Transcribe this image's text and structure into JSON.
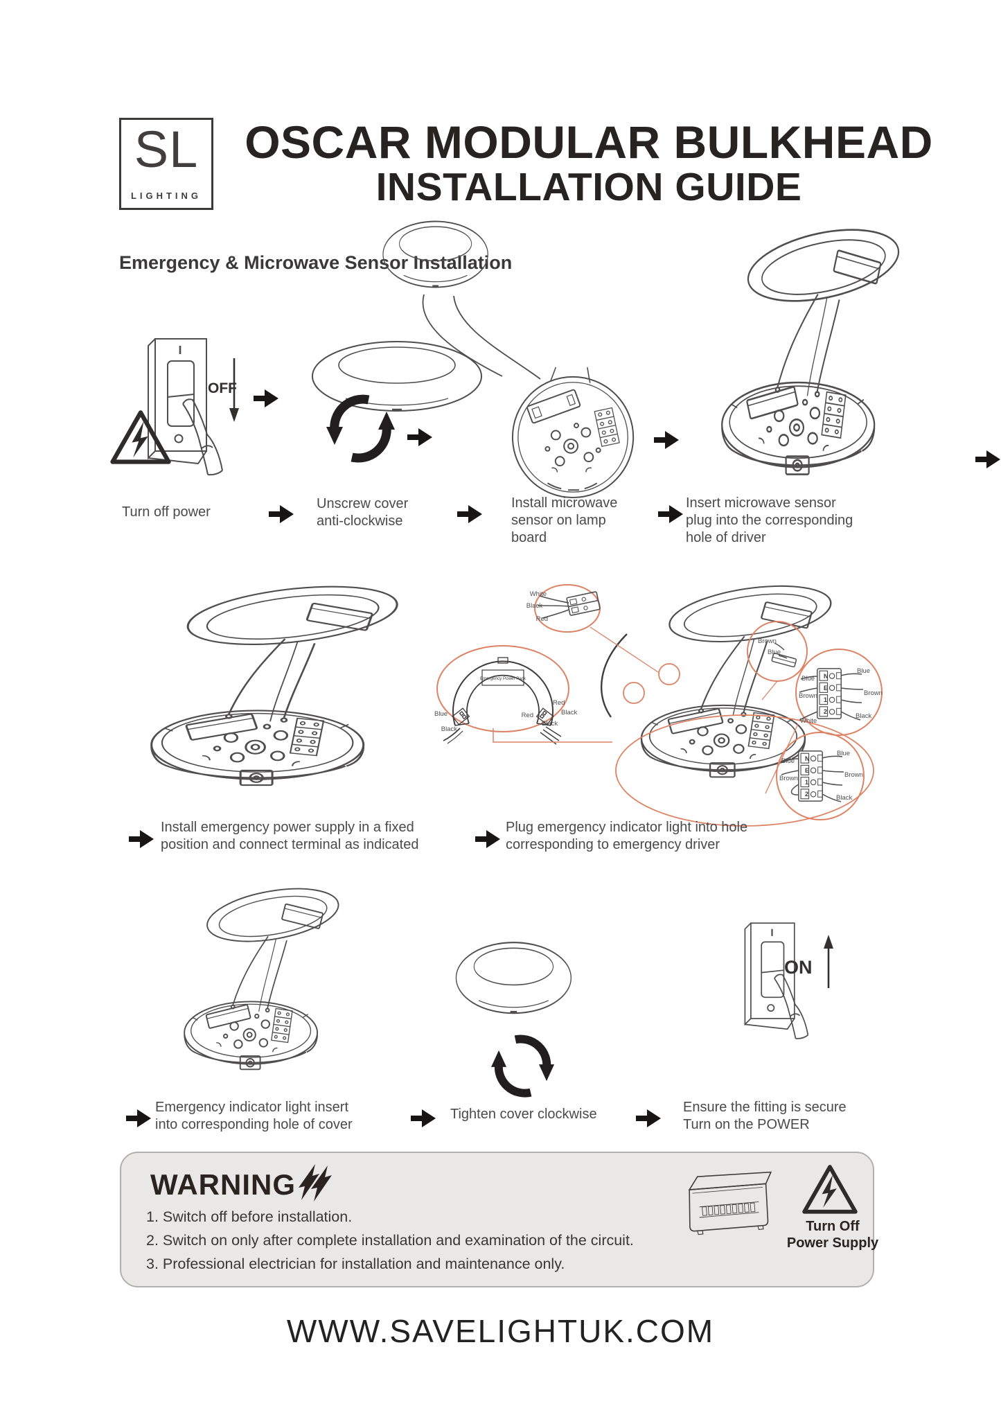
{
  "header": {
    "logo_top": "SL",
    "logo_bottom": "LIGHTING",
    "title": "OSCAR MODULAR BULKHEAD",
    "subtitle": "INSTALLATION GUIDE"
  },
  "section_heading": "Emergency & Microwave Sensor Installation",
  "row1": {
    "off_label": "OFF",
    "captions": [
      "Turn off power",
      "Unscrew cover\nanti-clockwise",
      "Install microwave\nsensor on lamp\nboard",
      "Insert microwave sensor\nplug into the corresponding\nhole of driver"
    ]
  },
  "row2": {
    "captions": [
      "Install emergency power supply in a fixed\nposition and connect terminal as indicated",
      "Plug emergency indicator light into hole\ncorresponding to emergency driver"
    ],
    "plug_wires": [
      "White",
      "Black",
      "Red"
    ],
    "pack_label": "Emergency Power Pack",
    "pack_left": [
      "Blue",
      "Black"
    ],
    "pack_right": [
      "Red",
      "Black",
      "Red",
      "Black"
    ],
    "indicator_wires": [
      "Brown",
      "Blue"
    ],
    "terminals": [
      "N",
      "E",
      "1",
      "2"
    ],
    "t_top_left": [
      "Blue",
      "Brown",
      "White"
    ],
    "t_top_right": [
      "Blue",
      "Brown",
      "Black"
    ],
    "t_bot_left": [
      "Blue",
      "Brown"
    ],
    "t_bot_right": [
      "Blue",
      "Brown",
      "Black"
    ]
  },
  "row3": {
    "on_label": "ON",
    "captions": [
      "Emergency indicator light insert\ninto corresponding hole of cover",
      "Tighten cover clockwise",
      "Ensure the fitting is secure\nTurn on the POWER"
    ]
  },
  "warning": {
    "title": "WARNING",
    "items": [
      "1. Switch off before installation.",
      "2. Switch on only after complete installation and examination of the circuit.",
      "3. Professional electrician for installation and maintenance only."
    ],
    "turn_off": "Turn Off\nPower Supply"
  },
  "footer": "WWW.SAVELIGHTUK.COM",
  "colors": {
    "callout_accent": "#dd8264",
    "drawing_ink": "#4f4d4e",
    "warning_bg": "#e9e8e6"
  }
}
